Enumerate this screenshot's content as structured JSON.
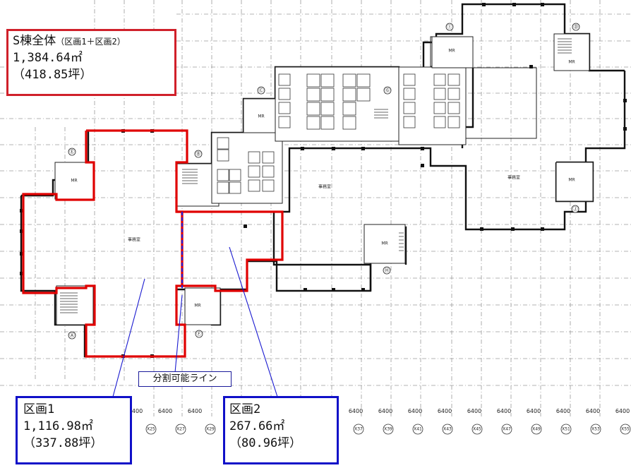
{
  "summary": {
    "title": "S棟全体",
    "note": "（区画1＋区画2）",
    "area_m2": "1,384.64㎡",
    "area_tsubo": "（418.85坪）"
  },
  "zone1": {
    "title": "区画1",
    "area_m2": "1,116.98㎡",
    "area_tsubo": "（337.88坪）"
  },
  "zone2": {
    "title": "区画2",
    "area_m2": "267.66㎡",
    "area_tsubo": "（80.96坪）"
  },
  "split_line_label": "分割可能ライン",
  "dimension_label": "6400",
  "dimension_count": 13,
  "axis_labels": [
    "X25",
    "X27",
    "X29",
    "X37",
    "X39",
    "X41",
    "X43",
    "X45",
    "X47",
    "X49",
    "X51",
    "X53",
    "X55"
  ],
  "core_markers": [
    "Ⓐ",
    "Ⓑ",
    "Ⓒ",
    "Ⓓ",
    "Ⓔ",
    "Ⓕ",
    "Ⓖ",
    "Ⓗ",
    "Ⓘ",
    "Ⓙ"
  ],
  "room_labels": {
    "mr": "MR",
    "office": "事務室"
  },
  "colors": {
    "zone_outline": "#e00000",
    "summary_border": "#d0202a",
    "zone_box_border": "#1010c8",
    "leader_line": "#1a1ad0"
  }
}
